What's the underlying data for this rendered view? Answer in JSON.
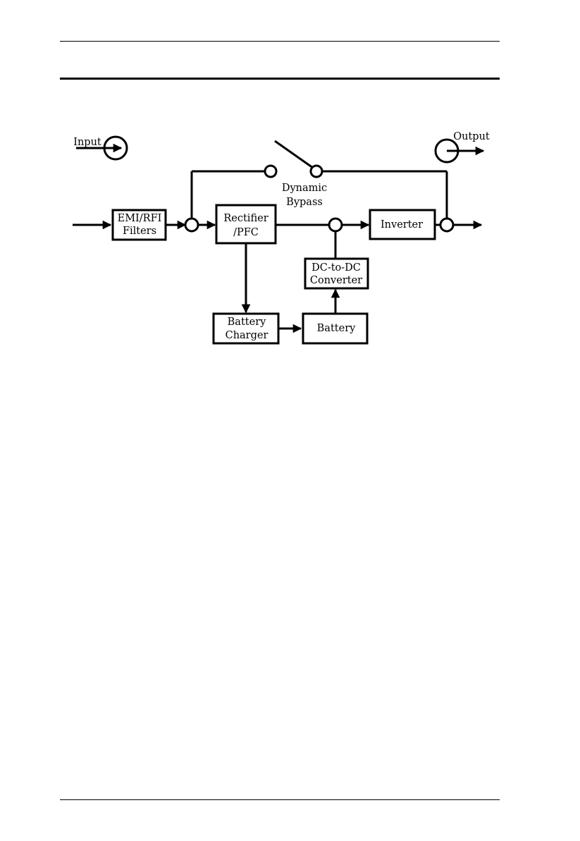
{
  "diagram": {
    "labels": {
      "input": "Input",
      "output": "Output",
      "dynamic_bypass_line1": "Dynamic",
      "dynamic_bypass_line2": "Bypass"
    },
    "blocks": {
      "emi_filters_line1": "EMI/RFI",
      "emi_filters_line2": "Filters",
      "rectifier_line1": "Rectifier",
      "rectifier_line2": "/PFC",
      "inverter": "Inverter",
      "dc_converter_line1": "DC-to-DC",
      "dc_converter_line2": "Converter",
      "battery_charger_line1": "Battery",
      "battery_charger_line2": "Charger",
      "battery": "Battery"
    }
  }
}
